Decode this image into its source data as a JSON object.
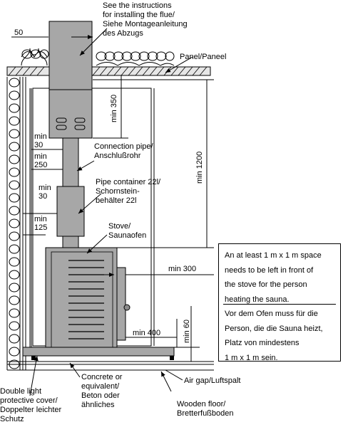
{
  "labels": {
    "flue_instructions": "See the instructions\nfor installing the flue/\nSiehe Montageanleitung\ndes Abzugs",
    "panel": "Panel/Paneel",
    "connection_pipe": "Connection pipe/\nAnschlußrohr",
    "pipe_container": "Pipe container 22l/\nSchornstein-\nbehälter 22l",
    "stove": "Stove/\nSaunaofen",
    "concrete": "Concrete or\nequivalent/\nBeton oder\nähnliches",
    "air_gap": "Air gap/Luftspalt",
    "wooden_floor": "Wooden floor/\nBretterfußboden",
    "double_cover": "Double light\nprotective cover/\nDoppelter leichter\nSchutz"
  },
  "dimensions": {
    "d50": "50",
    "min350": "min 350",
    "min1200": "min 1200",
    "min30_a": "min\n30",
    "min250": "min\n250",
    "min30_b": "min\n30",
    "min125": "min\n125",
    "min300": "min 300",
    "min400": "min 400",
    "min60": "min 60"
  },
  "note": {
    "english": "An at least 1 m x 1 m space\nneeds to be left in front of\nthe stove for the person\nheating the sauna.",
    "german": "Vor dem Ofen muss für die\nPerson, die die Sauna heizt,\nPlatz von mindestens\n1 m x 1 m sein."
  },
  "colors": {
    "steel": "#a7a7a7",
    "steel_dark": "#8c8c8c",
    "panel": "#e6e6e6",
    "line": "#000000"
  }
}
